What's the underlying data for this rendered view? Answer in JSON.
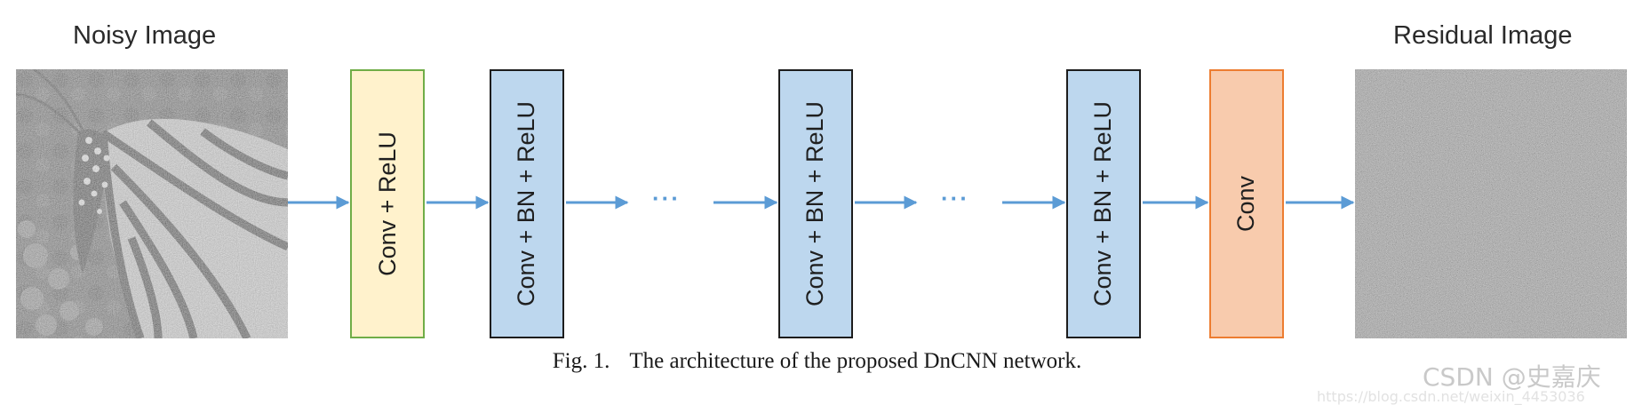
{
  "input_image": {
    "title": "Noisy Image"
  },
  "output_image": {
    "title": "Residual Image"
  },
  "layers": [
    {
      "label": "Conv + ReLU",
      "fill": "#fff2cc",
      "border": "#70ad47"
    },
    {
      "label": "Conv + BN + ReLU",
      "fill": "#bdd7ee",
      "border": "#1d1d1d"
    },
    {
      "label": "Conv + BN + ReLU",
      "fill": "#bdd7ee",
      "border": "#1d1d1d"
    },
    {
      "label": "Conv + BN + ReLU",
      "fill": "#bdd7ee",
      "border": "#1d1d1d"
    },
    {
      "label": "Conv",
      "fill": "#f8cbad",
      "border": "#ed7d31"
    }
  ],
  "ellipses": [
    "···",
    "···"
  ],
  "arrow_color": "#5b9bd5",
  "caption": {
    "number": "Fig. 1.",
    "text": "The architecture of the proposed DnCNN network."
  },
  "watermark": {
    "brand": "CSDN @史嘉庆",
    "url": "https://blog.csdn.net/weixin_4453036"
  }
}
